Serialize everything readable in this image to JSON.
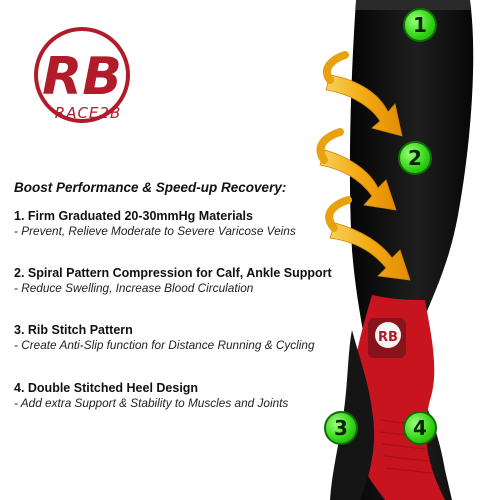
{
  "brand": {
    "logo_letters": "RB",
    "name": "RACE2B"
  },
  "headline": "Boost Performance & Speed-up Recovery:",
  "features": [
    {
      "title": "1. Firm Graduated 20-30mmHg Materials",
      "desc": "- Prevent, Relieve Moderate to Severe Varicose Veins"
    },
    {
      "title": "2. Spiral Pattern Compression for Calf, Ankle Support",
      "desc": "- Reduce Swelling, Increase Blood Circulation"
    },
    {
      "title": "3. Rib Stitch Pattern",
      "desc": "- Create Anti-Slip function for Distance Running & Cycling"
    },
    {
      "title": "4. Double Stitched Heel Design",
      "desc": "- Add extra Support & Stability to Muscles and Joints"
    }
  ],
  "badges": [
    "1",
    "2",
    "3",
    "4"
  ],
  "colors": {
    "brand_red": "#b01c2a",
    "sock_black": "#101010",
    "sock_red": "#c8141f",
    "arrow_yellow": "#f5b51e",
    "badge_green": "#37d61a"
  }
}
